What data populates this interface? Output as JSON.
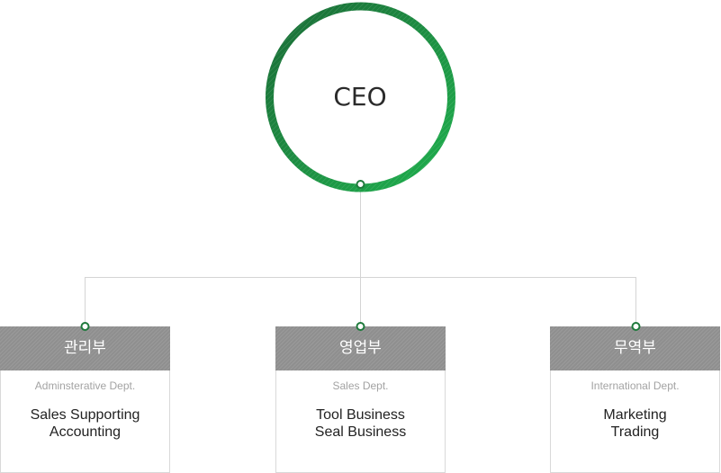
{
  "ceo": {
    "label": "CEO"
  },
  "colors": {
    "ring_dark": "#1f7a3c",
    "ring_light": "#1fb04e",
    "connector": "#d4d4d4",
    "header_gray": "#8f8f8f"
  },
  "departments": [
    {
      "name": "관리부",
      "subtitle": "Adminsterative Dept.",
      "lines": [
        "Sales Supporting",
        "Accounting"
      ]
    },
    {
      "name": "영업부",
      "subtitle": "Sales Dept.",
      "lines": [
        "Tool Business",
        "Seal Business"
      ]
    },
    {
      "name": "무역부",
      "subtitle": "International Dept.",
      "lines": [
        "Marketing",
        "Trading"
      ]
    }
  ]
}
